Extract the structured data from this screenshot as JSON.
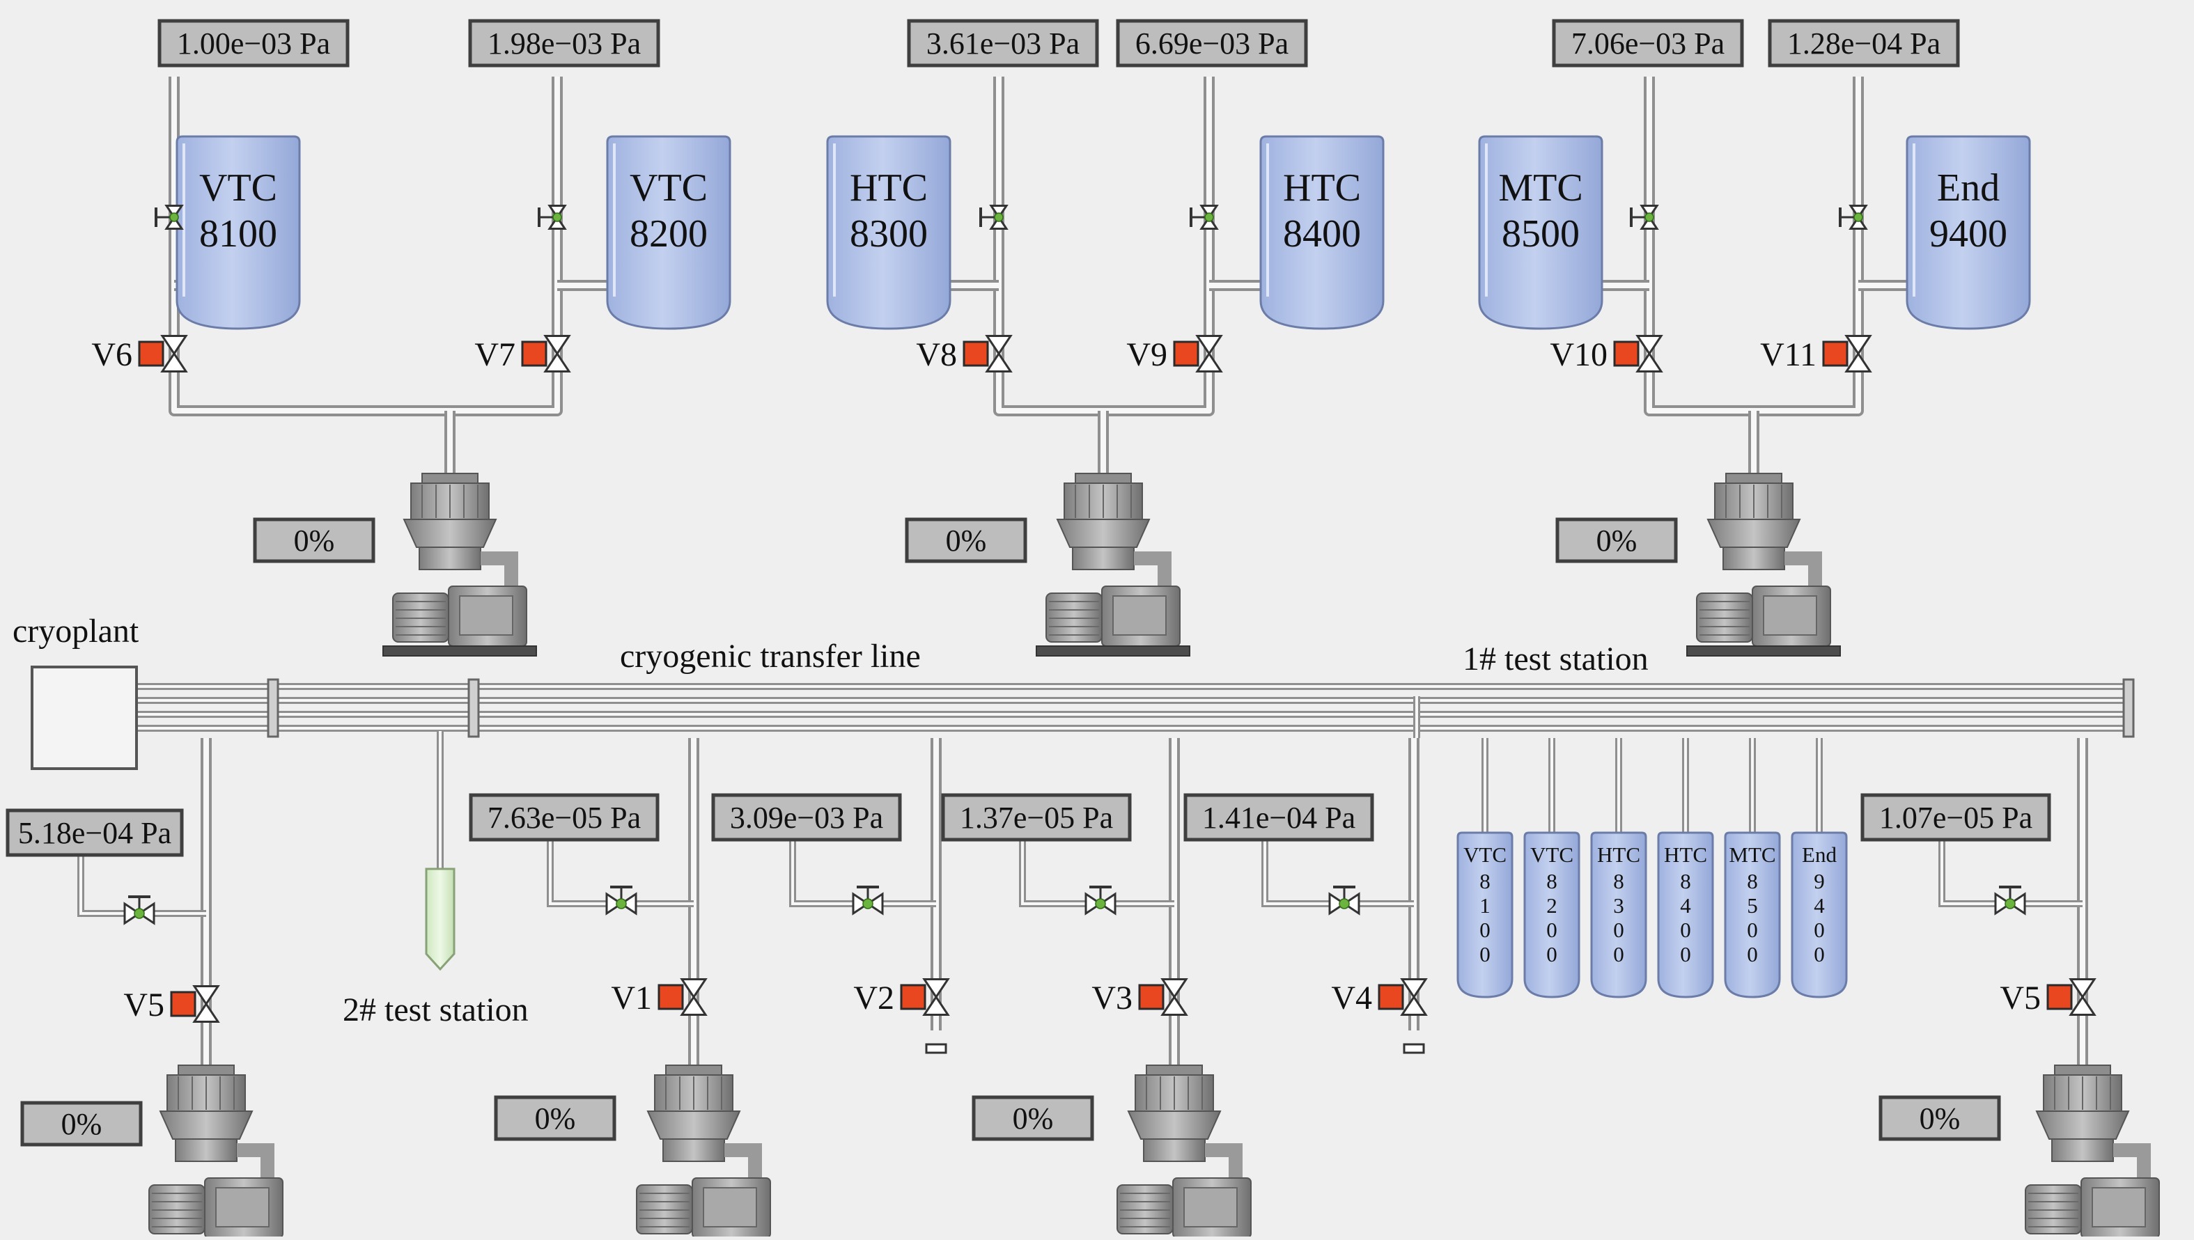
{
  "labels": {
    "cryoplant": "cryoplant",
    "transfer_line": "cryogenic transfer line",
    "station1": "1# test station",
    "station2": "2# test station"
  },
  "top_units": [
    {
      "tanks": [
        {
          "l1": "VTC",
          "l2": "8100"
        },
        {
          "l1": "VTC",
          "l2": "8200"
        }
      ],
      "pressures": [
        "1.00e−03 Pa",
        "1.98e−03 Pa"
      ],
      "valves": [
        "V6",
        "V7"
      ],
      "pump_pct": "0%"
    },
    {
      "tanks": [
        {
          "l1": "HTC",
          "l2": "8300"
        },
        {
          "l1": "HTC",
          "l2": "8400"
        }
      ],
      "pressures": [
        "3.61e−03 Pa",
        "6.69e−03 Pa"
      ],
      "valves": [
        "V8",
        "V9"
      ],
      "pump_pct": "0%"
    },
    {
      "tanks": [
        {
          "l1": "MTC",
          "l2": "8500"
        },
        {
          "l1": "End",
          "l2": "9400"
        }
      ],
      "pressures": [
        "7.06e−03 Pa",
        "1.28e−04 Pa"
      ],
      "valves": [
        "V10",
        "V11"
      ],
      "pump_pct": "0%"
    }
  ],
  "bottom_branches": [
    {
      "pressure": "5.18e−04 Pa",
      "valve": "V5",
      "pct": "0%"
    },
    {
      "pressure": "7.63e−05 Pa",
      "valve": "V1",
      "pct": "0%"
    },
    {
      "pressure": "3.09e−03 Pa",
      "valve": "V2"
    },
    {
      "pressure": "1.37e−05 Pa",
      "valve": "V3",
      "pct": "0%"
    },
    {
      "pressure": "1.41e−04 Pa",
      "valve": "V4"
    },
    {
      "pressure": "1.07e−05 Pa",
      "valve": "V5",
      "pct": "0%"
    }
  ],
  "small_tanks": [
    {
      "l1": "VTC",
      "digits": [
        "8",
        "1",
        "0",
        "0"
      ]
    },
    {
      "l1": "VTC",
      "digits": [
        "8",
        "2",
        "0",
        "0"
      ]
    },
    {
      "l1": "HTC",
      "digits": [
        "8",
        "3",
        "0",
        "0"
      ]
    },
    {
      "l1": "HTC",
      "digits": [
        "8",
        "4",
        "0",
        "0"
      ]
    },
    {
      "l1": "MTC",
      "digits": [
        "8",
        "5",
        "0",
        "0"
      ]
    },
    {
      "l1": "End",
      "digits": [
        "9",
        "4",
        "0",
        "0"
      ]
    }
  ],
  "colors": {
    "valve_actuator": "#e8471f",
    "valve_dot": "#6cb33f",
    "tank_fill": "#aebfe6",
    "station2_fill": "#dcf0cf"
  }
}
